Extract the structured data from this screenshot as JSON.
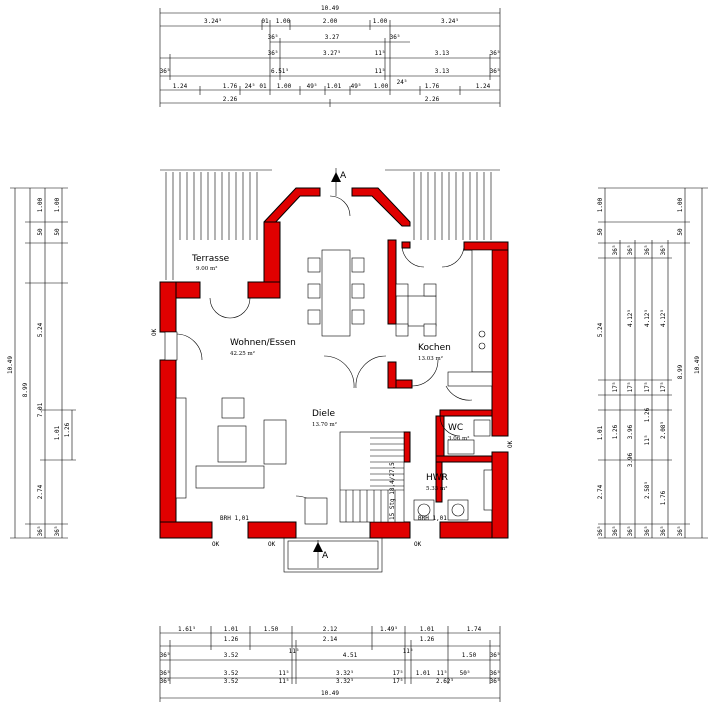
{
  "rooms": {
    "terrasse": {
      "name": "Terrasse",
      "area": "9.00 m²"
    },
    "wohnen": {
      "name": "Wohnen/Essen",
      "area": "42.25 m²"
    },
    "kochen": {
      "name": "Kochen",
      "area": "13.03 m²"
    },
    "diele": {
      "name": "Diele",
      "area": "13.70 m²"
    },
    "wc": {
      "name": "WC",
      "area": "3.06 m²"
    },
    "hwr": {
      "name": "HWR",
      "area": "5.35 m²"
    }
  },
  "section_marker": "A",
  "labels": {
    "brh_left": "BRH 1,01",
    "brh_right": "BRH 1,01",
    "stairs": "15 Stg 18,4/27,5",
    "ok_left": "OK",
    "ok_right": "OK",
    "ok_bottom_left": "OK",
    "ok_bottom_right": "OK",
    "ok_bottom_mid": "OK"
  },
  "dims_top": {
    "row1": [
      "3.24⁵",
      "01",
      "1.00",
      "2.00",
      "1.00",
      "3.24⁵"
    ],
    "total": "10.49",
    "row2": [
      "36⁵",
      "3.27",
      "36⁵"
    ],
    "row3": [
      "36⁵",
      "3.27⁵",
      "11⁵",
      "3.13",
      "36⁵"
    ],
    "row4": [
      "36⁵",
      "6.51⁵",
      "11⁵",
      "3.13",
      "36⁵"
    ],
    "row5": [
      "1.24",
      "1.76",
      "24⁵",
      "01",
      "1.00",
      "49⁵",
      "1.01",
      "49⁵",
      "1.00",
      "24⁵",
      "1.76",
      "1.24"
    ],
    "row6": [
      "2.26",
      "2.26"
    ]
  },
  "dims_bottom": {
    "row1": [
      "1.61⁵",
      "1.01",
      "1.50",
      "2.12",
      "1.49⁵",
      "1.01",
      "1.74"
    ],
    "row1b": [
      "1.26",
      "2.14",
      "1.26"
    ],
    "row2": [
      "36⁵",
      "3.52",
      "11⁵",
      "4.51",
      "11⁵",
      "1.50",
      "36⁵"
    ],
    "row3": [
      "36⁵",
      "3.52",
      "11⁵",
      "3.32⁵",
      "17⁵",
      "1.01",
      "11⁵",
      "50⁵",
      "36⁵"
    ],
    "row4": [
      "36⁵",
      "3.52",
      "11⁵",
      "3.32⁵",
      "17⁵",
      "2.62⁵",
      "36⁵"
    ],
    "total": "10.49"
  },
  "dims_left": {
    "outer": "10.49",
    "c2": [
      "8.99"
    ],
    "c3": [
      "1.00",
      "50",
      "5.24",
      "36⁵"
    ],
    "c4": [
      "1.00",
      "50",
      "7.01",
      "1.01",
      "2.74",
      "36⁵"
    ],
    "c5": [
      "1.26"
    ]
  },
  "dims_right": {
    "c1": [
      "1.00",
      "50",
      "5.24",
      "1.01",
      "2.74",
      "36⁵"
    ],
    "c2": [
      "36⁵",
      "17⁵",
      "1.26",
      "3.96",
      "36⁵"
    ],
    "c3": [
      "36⁵",
      "4.12⁵",
      "17⁵",
      "3.96",
      "2.58⁵",
      "36⁵"
    ],
    "c4": [
      "36⁵",
      "4.12⁵",
      "17⁵",
      "11⁵",
      "1.26",
      "36⁵"
    ],
    "c5": [
      "36⁵",
      "4.12⁵",
      "17⁵",
      "2.08⁵",
      "1.76",
      "36⁵"
    ],
    "c6": [
      "1.00",
      "50",
      "8.99",
      "36⁵"
    ],
    "outer": "10.49"
  }
}
